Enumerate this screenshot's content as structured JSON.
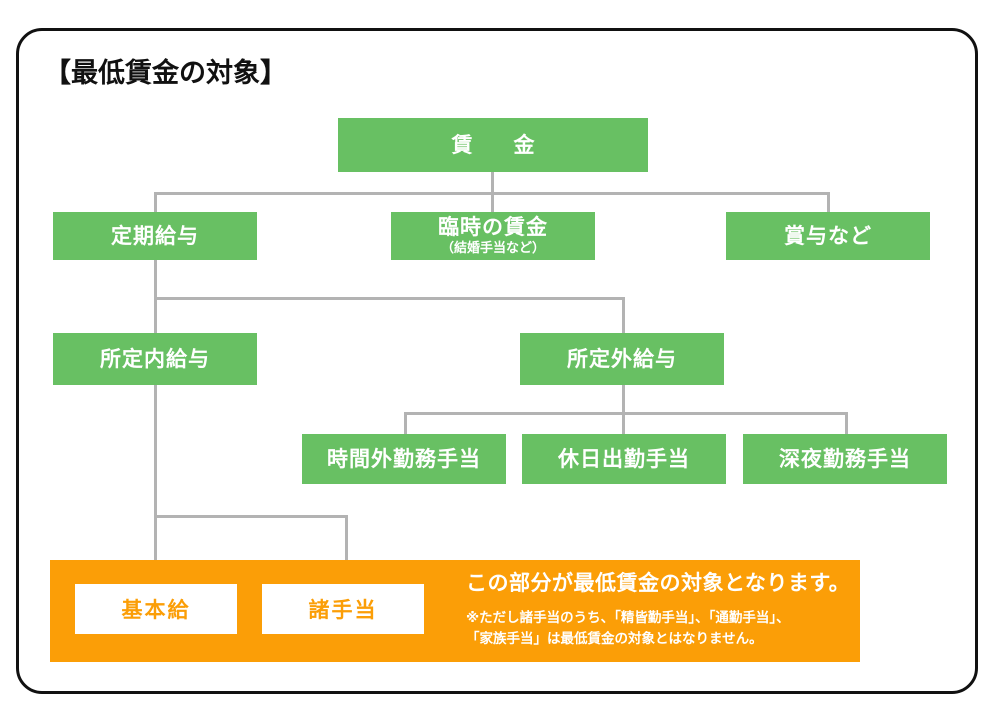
{
  "title": "【最低賃金の対象】",
  "colors": {
    "green": "#68c063",
    "orange": "#fb9e07",
    "line": "#b3b3b3",
    "frame": "#111111",
    "white": "#ffffff"
  },
  "nodes": {
    "wage": {
      "label": "賃　金"
    },
    "regular_pay": {
      "label": "定期給与"
    },
    "temporary_wage": {
      "label": "臨時の賃金",
      "sub": "（結婚手当など）"
    },
    "bonus": {
      "label": "賞与など"
    },
    "scheduled_pay": {
      "label": "所定内給与"
    },
    "non_scheduled_pay": {
      "label": "所定外給与"
    },
    "overtime_allowance": {
      "label": "時間外勤務手当"
    },
    "holiday_work_allowance": {
      "label": "休日出勤手当"
    },
    "late_night_allowance": {
      "label": "深夜勤務手当"
    }
  },
  "orange_panel": {
    "base_salary": {
      "label": "基本給"
    },
    "allowances": {
      "label": "諸手当"
    },
    "headline": "この部分が最低賃金の対象となります。",
    "note": "※ただし諸手当のうち、「精皆勤手当」、「通勤手当」、\n「家族手当」は最低賃金の対象とはなりません。"
  }
}
